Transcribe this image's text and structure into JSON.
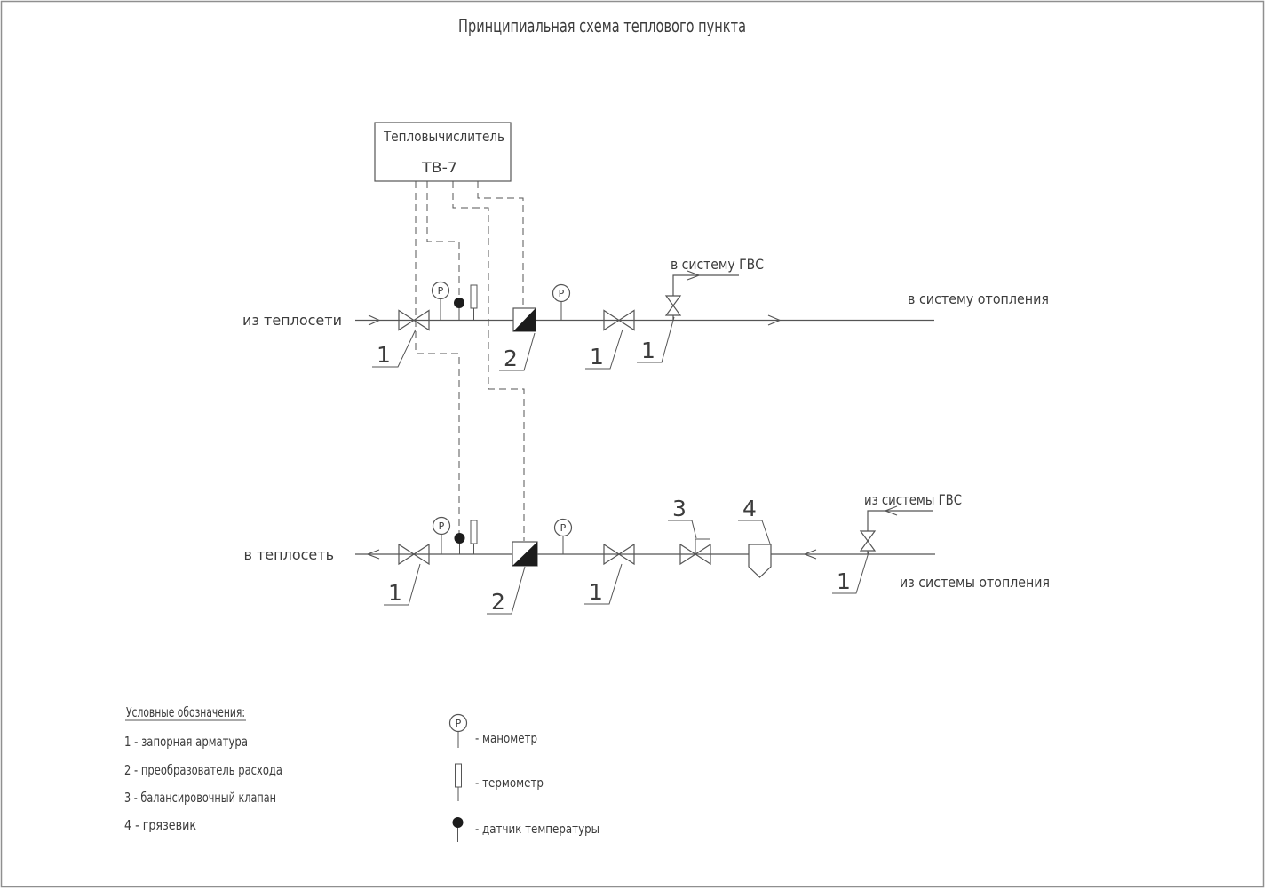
{
  "title": "Принципиальная схема теплового пункта",
  "calculator": {
    "name": "Тепловычислитель",
    "model": "ТВ-7"
  },
  "pipes": {
    "supply_from": "из теплосети",
    "supply_to_heating": "в систему отопления",
    "supply_to_dhw": "в систему ГВС",
    "return_to": "в теплосеть",
    "return_from_heating": "из системы отопления",
    "return_from_dhw": "из системы ГВС"
  },
  "gauge_letter": "P",
  "callouts": {
    "shutoff": "1",
    "flow_transducer": "2",
    "balancing_valve": "3",
    "strainer": "4"
  },
  "legend": {
    "header": "Условные обозначения:",
    "items": [
      "1 - запорная арматура",
      "2 - преобразователь расхода",
      "3 - балансировочный клапан",
      "4 - грязевик"
    ],
    "manometer": "- манометр",
    "thermometer": "- термометр",
    "temp_sensor": "- датчик температуры"
  },
  "colors": {
    "line": "#555555",
    "text": "#3c3c3c",
    "fill_black": "#1c1c1c",
    "background": "#ffffff"
  }
}
